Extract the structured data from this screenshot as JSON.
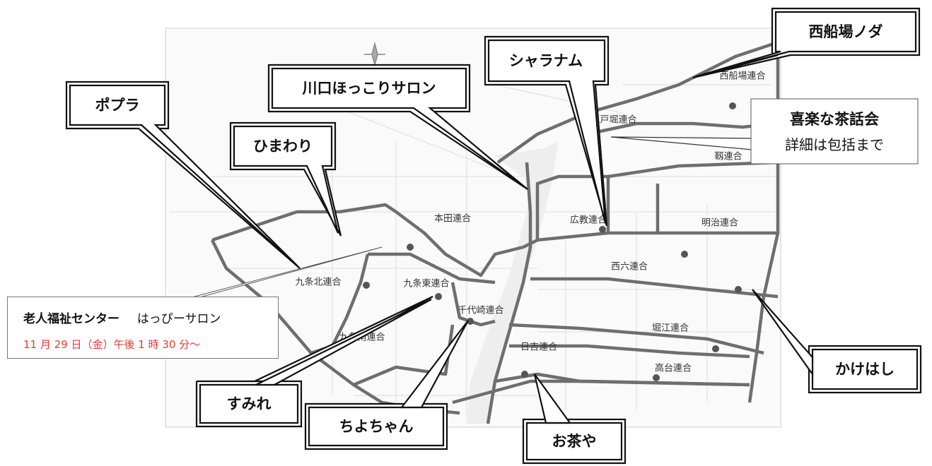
{
  "salons": [
    {
      "id": "nishifunaba",
      "name": "西船場ノダ"
    },
    {
      "id": "sharanamu",
      "name": "シャラナム"
    },
    {
      "id": "kawaguchi",
      "name": "川口ほっこりサロン"
    },
    {
      "id": "popura",
      "name": "ポプラ"
    },
    {
      "id": "himawari",
      "name": "ひまわり"
    },
    {
      "id": "sumire",
      "name": "すみれ"
    },
    {
      "id": "chiyochan",
      "name": "ちよちゃん"
    },
    {
      "id": "ochaya",
      "name": "お茶や"
    },
    {
      "id": "kakehashi",
      "name": "かけはし"
    }
  ],
  "kiraku": {
    "title": "喜楽な茶話会",
    "note": "詳細は包括まで"
  },
  "center": {
    "name": "老人福祉センター",
    "salon": "はっぴーサロン",
    "datetime": "11 月 29 日（金）午後 1 時 30 分～",
    "datetime_color": "#e53935"
  },
  "districts": [
    {
      "id": "nishifunaba",
      "name": "西船場連合"
    },
    {
      "id": "edobori",
      "name": "江戸堀連合"
    },
    {
      "id": "utsubo",
      "name": "靱連合"
    },
    {
      "id": "honden",
      "name": "本田連合"
    },
    {
      "id": "koukyo",
      "name": "広教連合"
    },
    {
      "id": "meiji",
      "name": "明治連合"
    },
    {
      "id": "nishiroku",
      "name": "西六連合"
    },
    {
      "id": "kujokita",
      "name": "九条北連合"
    },
    {
      "id": "kujohigashi",
      "name": "九条東連合"
    },
    {
      "id": "chiyozaki",
      "name": "千代崎連合"
    },
    {
      "id": "horie",
      "name": "堀江連合"
    },
    {
      "id": "kujominami",
      "name": "九条南連合"
    },
    {
      "id": "hiyoshi",
      "name": "日吉連合"
    },
    {
      "id": "takadai",
      "name": "高台連合"
    }
  ],
  "colors": {
    "boundary": "#6e6e6e",
    "fade": "#c8c8c8",
    "marker": "#555555"
  }
}
